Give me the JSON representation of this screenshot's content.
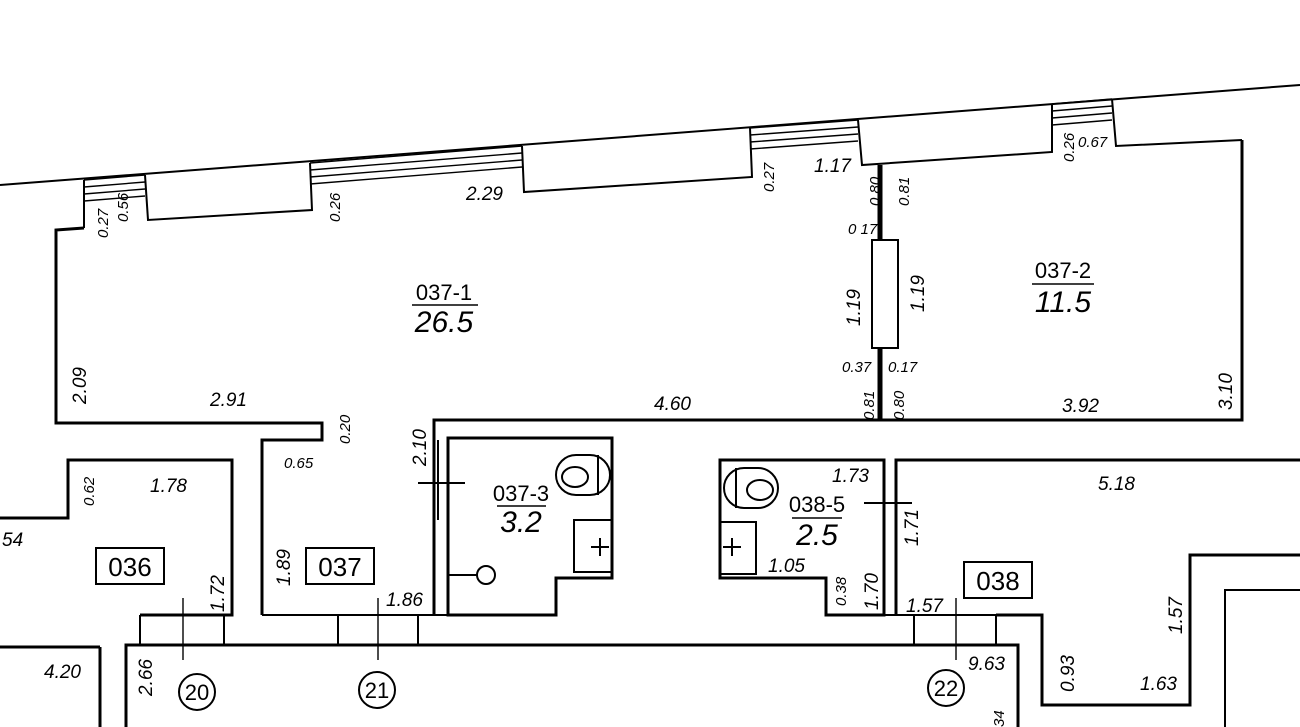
{
  "rooms": [
    {
      "id": "037-1",
      "area": "26.5"
    },
    {
      "id": "037-2",
      "area": "11.5"
    },
    {
      "id": "037-3",
      "area": "3.2"
    },
    {
      "id": "038-5",
      "area": "2.5"
    }
  ],
  "apartments": [
    "036",
    "037",
    "038"
  ],
  "entrances": [
    "20",
    "21",
    "22"
  ],
  "dimensions": {
    "window_left_a": "0.27",
    "window_left_b": "0.56",
    "pier_1": "0.26",
    "width_top": "2.29",
    "pier_2": "0.27",
    "wall_top_right": "1.17",
    "partition_top_a": "0.80",
    "partition_top_b": "0.81",
    "pier_3": "0.26",
    "pier_3b": "0.67",
    "partition_017_top": "0 17",
    "partition_left_h": "1.19",
    "partition_right_h": "1.19",
    "partition_017_bottom_l": "0.37",
    "partition_017_bottom_r": "0.17",
    "partition_bottom_a": "0.81",
    "partition_bottom_b": "0.80",
    "room1_left_h": "2.09",
    "room1_bottom_left": "2.91",
    "niche_h": "0.20",
    "niche_w": "0.65",
    "room1_bottom_right": "4.60",
    "room2_bottom": "3.92",
    "room2_right_h": "3.10",
    "bath_door_h": "2.10",
    "apt036_a": "0.62",
    "apt036_b": "1.78",
    "apt036_left": "54",
    "apt036_h": "1.72",
    "apt037_left_h": "1.89",
    "apt037_bottom": "1.86",
    "wc_top": "1.73",
    "wc_right_h": "1.71",
    "wc_bottom_w": "1.05",
    "wc_small_h": "0.38",
    "wc_h": "1.70",
    "apt038_top": "5.18",
    "apt038_bottom_left": "1.57",
    "apt038_right_h": "1.57",
    "apt038_corner_h": "0.93",
    "apt038_corner_w": "1.63",
    "corridor_left_w": "4.20",
    "corridor_left_h": "2.66",
    "corridor_right": "9.63",
    "corridor_cut": "34"
  }
}
